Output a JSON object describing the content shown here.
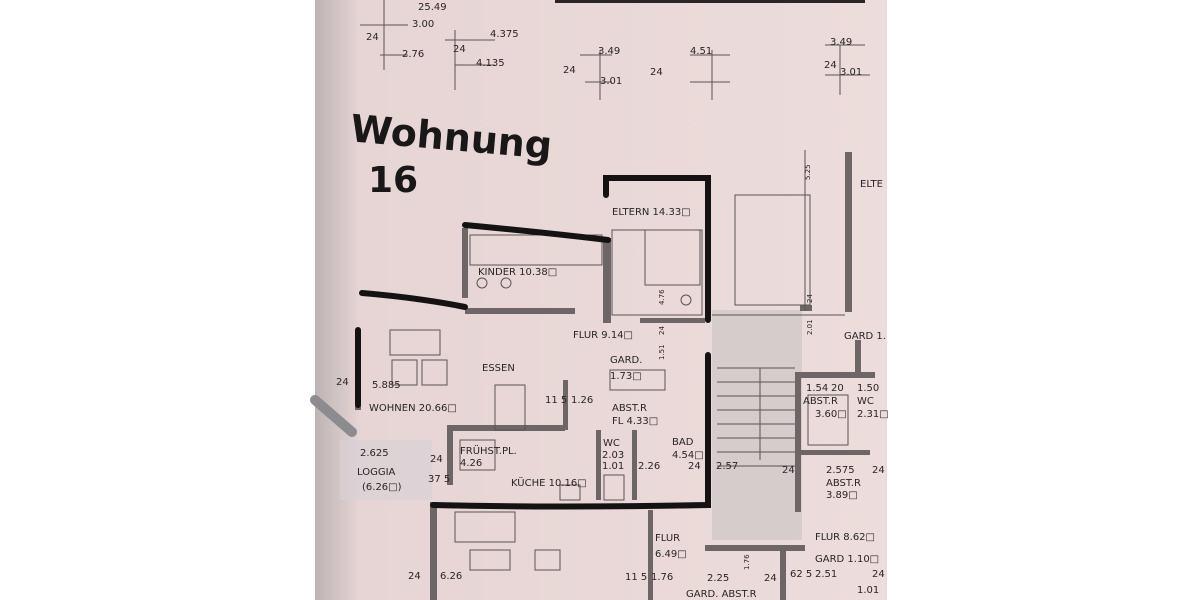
{
  "handwritten": {
    "line1": "Wohnung",
    "line2": "16"
  },
  "colors": {
    "paper": "#ead9d8",
    "marker": "#141213",
    "wall": "#6e6666",
    "ink": "#2a2526"
  },
  "top_dims": [
    "25.49",
    "3.00",
    "24",
    "2.76",
    "4.375",
    "24",
    "4.135",
    "3.49",
    "24",
    "3.01",
    "4.51",
    "24",
    "3.49",
    "24",
    "3.01"
  ],
  "rooms": {
    "eltern": "ELTERN 14.33□",
    "kinder": "KINDER 10.38□",
    "flur1": "FLUR 9.14□",
    "essen": "ESSEN",
    "gard_label": "GARD.",
    "gard_area": "1.73□",
    "wohnen": "WOHNEN 20.66□",
    "abstr_label": "ABST.R",
    "abstr_area": "FL 4.33□",
    "loggia_label": "LOGGIA",
    "loggia_area": "(6.26□)",
    "fruehst_label": "FRÜHST.PL.",
    "fruehst_area": "4.26",
    "wc_label": "WC",
    "wc_area": "2.03",
    "bad_label": "BAD",
    "bad_area": "4.54□",
    "kueche": "KÜCHE 10.16□",
    "flur2_label": "FLUR",
    "flur2_area": "6.49□",
    "gard_abstr": "GARD. ABST.R",
    "eltern_right": "ELTE",
    "gard_right": "GARD 1.",
    "abstr_right_label": "ABST.R",
    "abstr_right_area": "3.60□",
    "wc_right_label": "WC",
    "wc_right_area": "2.31□",
    "abstr_right2_label": "ABST.R",
    "abstr_right2_area": "3.89□",
    "flur_right": "FLUR 8.62□",
    "gard_right2": "GARD 1.10□"
  },
  "dims": [
    "5.885",
    "24",
    "11 5",
    "1.26",
    "2.625",
    "24",
    "37 5",
    "1.01",
    "2.26",
    "24",
    "2.57",
    "24",
    "6.26",
    "11 5",
    "1.76",
    "2.25",
    "1.76",
    "24",
    "4.76",
    "1.51",
    "24",
    "5.25",
    "2.01",
    "24",
    "1.54",
    "20",
    "1.50",
    "2.575",
    "24",
    "24",
    "2.51",
    "24",
    "62 5",
    "1.01"
  ]
}
